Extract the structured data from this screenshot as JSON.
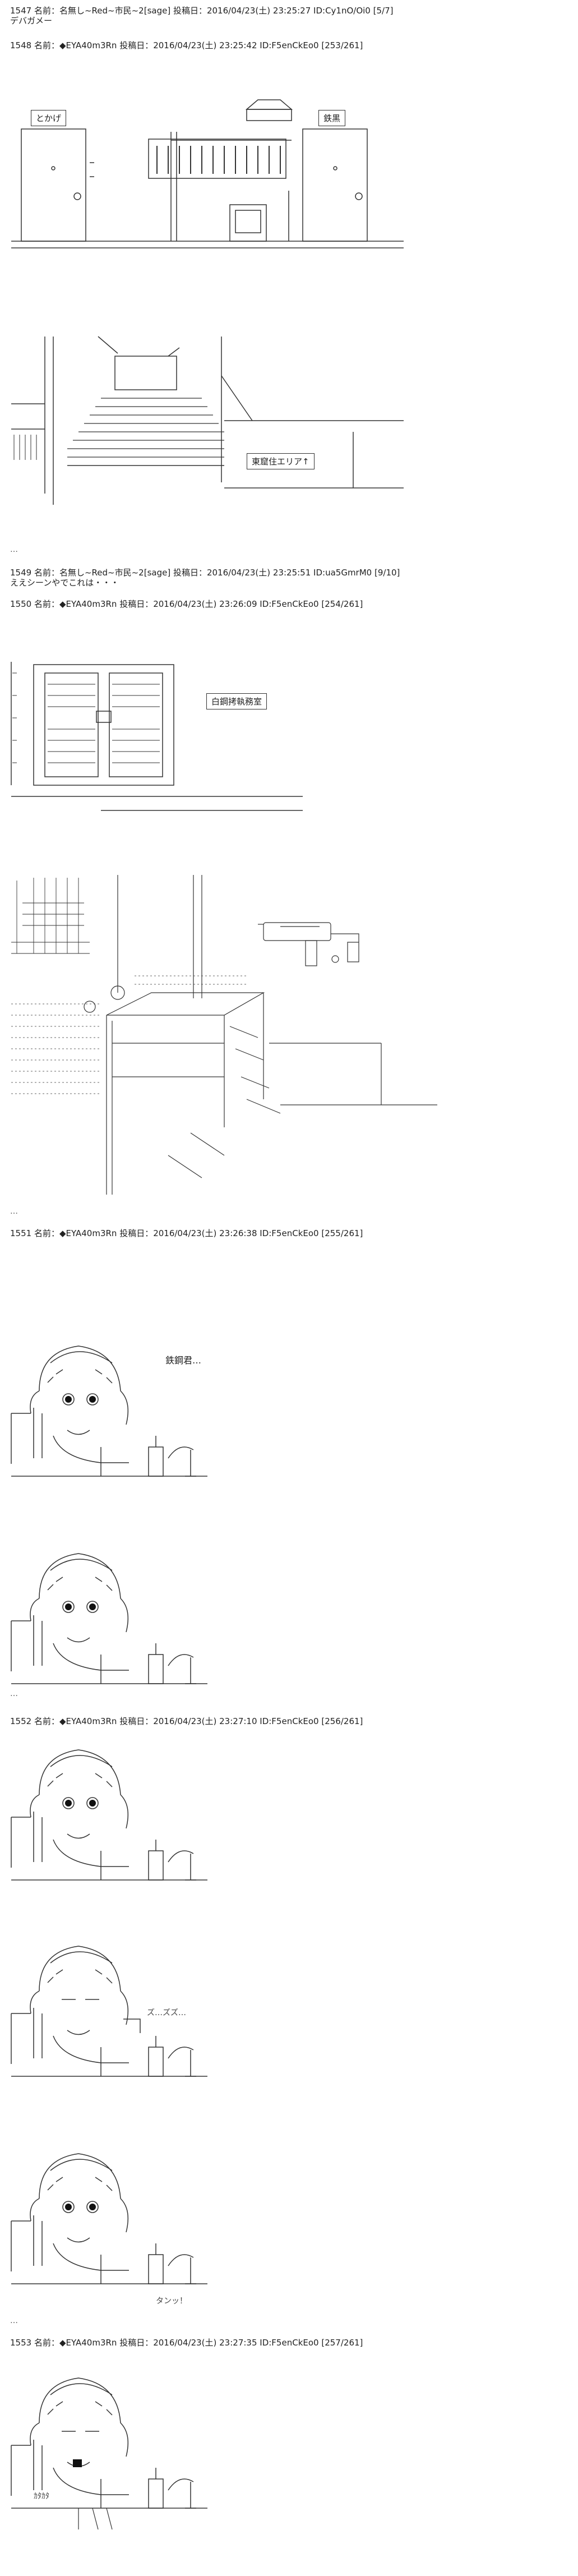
{
  "posts": [
    {
      "num": "1547",
      "name": "名前：名無し~Red~市民~2",
      "mail": "[sage]",
      "date": "投稿日：2016/04/23(土) 23:25:27",
      "id": "ID:Cy1nO/Oi0",
      "count": "[5/7]",
      "body": "デバガメー"
    },
    {
      "num": "1548",
      "name": "名前：◆EYA40m3Rn",
      "mail": "",
      "date": "投稿日：2016/04/23(土) 23:25:42",
      "id": "ID:F5enCkEo0",
      "count": "[253/261]",
      "body": ""
    },
    {
      "num": "1549",
      "name": "名前：名無し~Red~市民~2",
      "mail": "[sage]",
      "date": "投稿日：2016/04/23(土) 23:25:51",
      "id": "ID:ua5GmrM0",
      "count": "[9/10]",
      "body": "ええシーンやでこれは・・・"
    },
    {
      "num": "1550",
      "name": "名前：◆EYA40m3Rn",
      "mail": "",
      "date": "投稿日：2016/04/23(土) 23:26:09",
      "id": "ID:F5enCkEo0",
      "count": "[254/261]",
      "body": ""
    },
    {
      "num": "1551",
      "name": "名前：◆EYA40m3Rn",
      "mail": "",
      "date": "投稿日：2016/04/23(土) 23:26:38",
      "id": "ID:F5enCkEo0",
      "count": "[255/261]",
      "body": ""
    },
    {
      "num": "1552",
      "name": "名前：◆EYA40m3Rn",
      "mail": "",
      "date": "投稿日：2016/04/23(土) 23:27:10",
      "id": "ID:F5enCkEo0",
      "count": "[256/261]",
      "body": ""
    },
    {
      "num": "1553",
      "name": "名前：◆EYA40m3Rn",
      "mail": "",
      "date": "投稿日：2016/04/23(土) 23:27:35",
      "id": "ID:F5enCkEo0",
      "count": "[257/261]",
      "body": ""
    }
  ],
  "labels": {
    "door_left": "とかげ",
    "door_right": "鉄黒",
    "area_sign": "東窟住エリア↑",
    "office_sign": "白鋼拷執務室",
    "thought": "鉄鋼君…",
    "sfx_sip": "ズ…ズズ…",
    "sfx_tap": "タンッ！",
    "sfx_kata": "ｶﾀｶﾀ"
  },
  "ellipsis": "…",
  "colors": {
    "line": "#333333",
    "text": "#222222",
    "bg": "#ffffff"
  }
}
